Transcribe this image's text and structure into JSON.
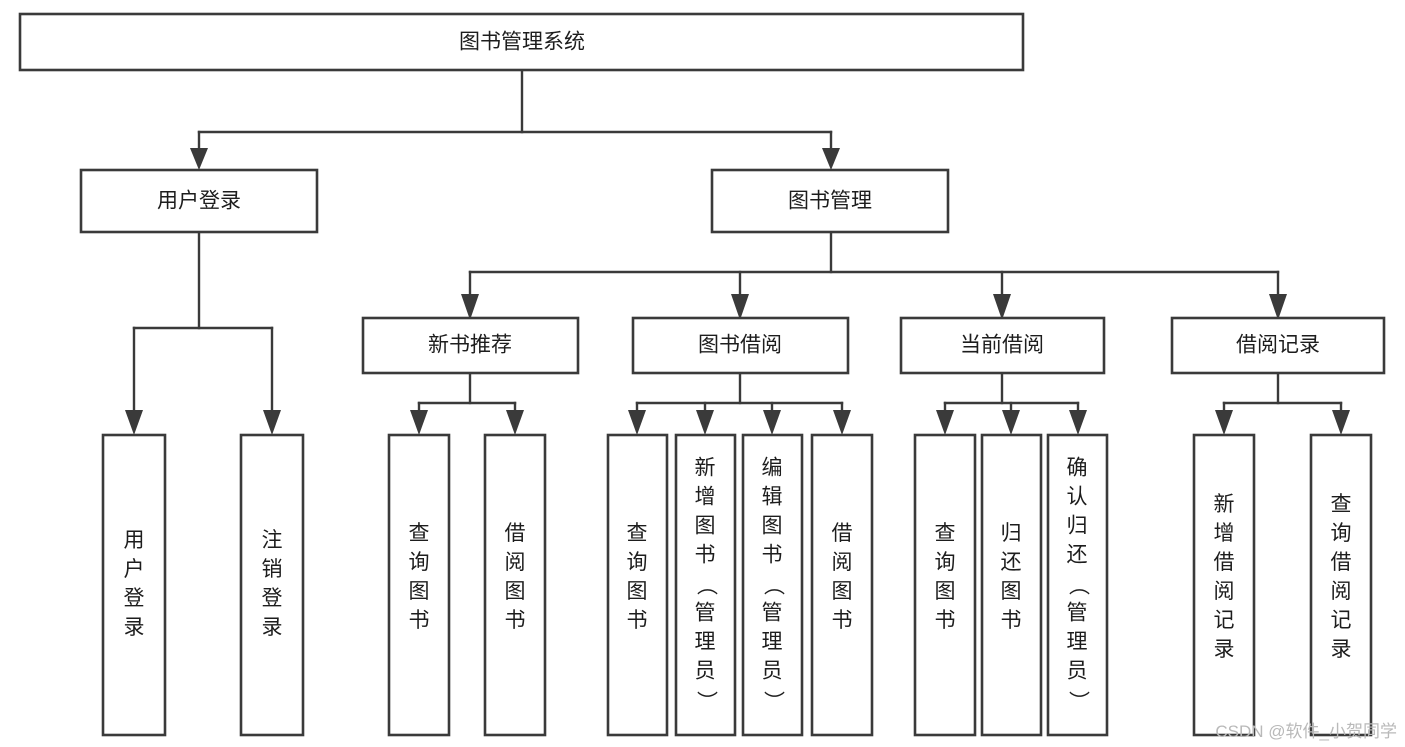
{
  "diagram": {
    "title": "图书管理系统",
    "type": "hierarchy-tree",
    "orientation": "top-down",
    "colors": {
      "box_fill": "#ffffff",
      "box_stroke": "#3a3a3a",
      "connector": "#3a3a3a",
      "text": "#1d1d1d",
      "background": "#ffffff",
      "watermark": "#b9b9b9"
    },
    "levels": {
      "root": {
        "label": "图书管理系统"
      },
      "level2": [
        {
          "label": "用户登录"
        },
        {
          "label": "图书管理"
        }
      ],
      "level3": [
        {
          "label": "新书推荐"
        },
        {
          "label": "图书借阅"
        },
        {
          "label": "当前借阅"
        },
        {
          "label": "借阅记录"
        }
      ],
      "leaves": [
        {
          "label": "用户登录",
          "parent": "用户登录"
        },
        {
          "label": "注销登录",
          "parent": "用户登录"
        },
        {
          "label": "查询图书",
          "parent": "新书推荐"
        },
        {
          "label": "借阅图书",
          "parent": "新书推荐"
        },
        {
          "label": "查询图书",
          "parent": "图书借阅"
        },
        {
          "label": "新增图书（管理员）",
          "parent": "图书借阅"
        },
        {
          "label": "编辑图书（管理员）",
          "parent": "图书借阅"
        },
        {
          "label": "借阅图书",
          "parent": "图书借阅"
        },
        {
          "label": "查询图书",
          "parent": "当前借阅"
        },
        {
          "label": "归还图书",
          "parent": "当前借阅"
        },
        {
          "label": "确认归还（管理员）",
          "parent": "当前借阅"
        },
        {
          "label": "新增借阅记录",
          "parent": "借阅记录"
        },
        {
          "label": "查询借阅记录",
          "parent": "借阅记录"
        }
      ]
    }
  },
  "watermark": {
    "text": "CSDN @软件_小贺同学"
  }
}
